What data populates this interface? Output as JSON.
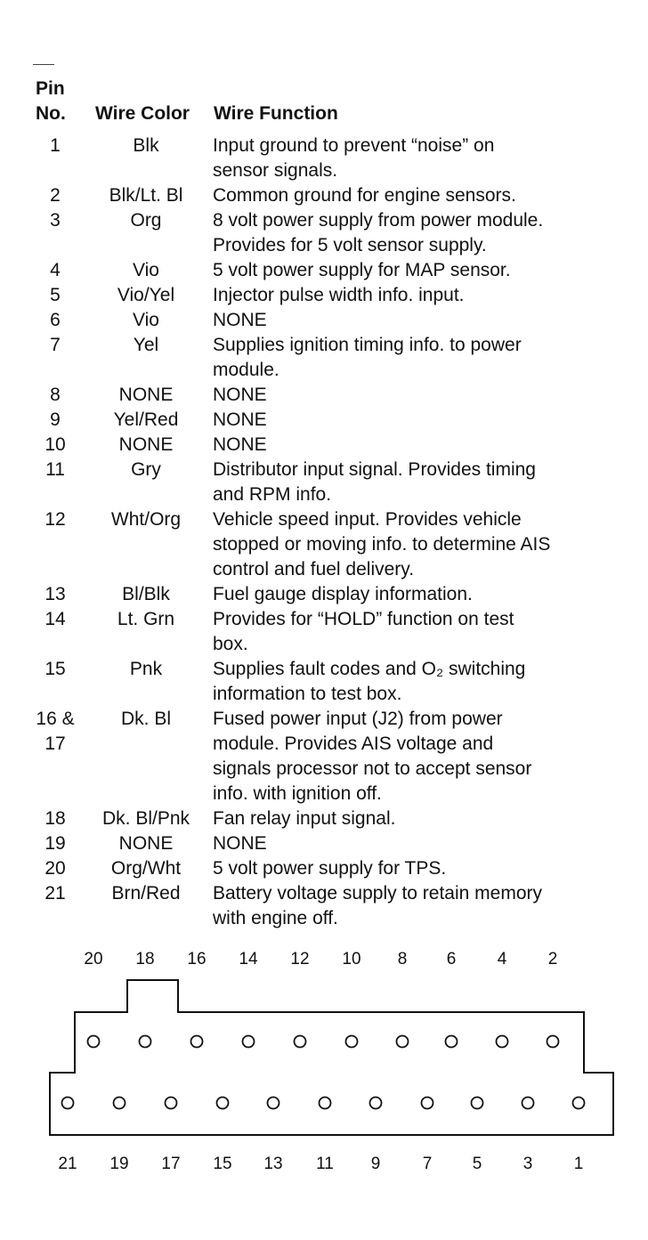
{
  "headers": {
    "pin_line1": "Pin",
    "pin_line2": "No.",
    "wire_color": "Wire Color",
    "wire_function": "Wire Function"
  },
  "rows": [
    {
      "pin": "1",
      "color": "Blk",
      "function": [
        "Input ground to prevent “noise” on",
        "sensor signals."
      ]
    },
    {
      "pin": "2",
      "color": "Blk/Lt. Bl",
      "function": [
        "Common ground for engine sensors."
      ]
    },
    {
      "pin": "3",
      "color": "Org",
      "function": [
        "8 volt power supply from power module.",
        "Provides for 5 volt sensor supply."
      ]
    },
    {
      "pin": "4",
      "color": "Vio",
      "function": [
        "5 volt power supply for MAP sensor."
      ]
    },
    {
      "pin": "5",
      "color": "Vio/Yel",
      "function": [
        "Injector pulse width info. input."
      ]
    },
    {
      "pin": "6",
      "color": "Vio",
      "function": [
        "NONE"
      ]
    },
    {
      "pin": "7",
      "color": "Yel",
      "function": [
        "Supplies ignition timing info. to power",
        "module."
      ]
    },
    {
      "pin": "8",
      "color": "NONE",
      "function": [
        "NONE"
      ]
    },
    {
      "pin": "9",
      "color": "Yel/Red",
      "function": [
        "NONE"
      ]
    },
    {
      "pin": "10",
      "color": "NONE",
      "function": [
        "NONE"
      ]
    },
    {
      "pin": "11",
      "color": "Gry",
      "function": [
        "Distributor input signal. Provides timing",
        "and RPM info."
      ]
    },
    {
      "pin": "12",
      "color": "Wht/Org",
      "function": [
        "Vehicle speed input. Provides vehicle",
        "stopped or moving info. to determine AIS",
        "control and fuel delivery."
      ]
    },
    {
      "pin": "13",
      "color": "Bl/Blk",
      "function": [
        "Fuel gauge display information."
      ]
    },
    {
      "pin": "14",
      "color": "Lt. Grn",
      "function": [
        "Provides for “HOLD” function on test",
        "box."
      ]
    },
    {
      "pin": "15",
      "color": "Pnk",
      "function": [
        "Supplies fault codes and O₂ switching",
        "information to test box."
      ]
    },
    {
      "pin": "16 &\n17",
      "color": "Dk. Bl",
      "function": [
        "Fused power input (J2) from power",
        "module. Provides AIS voltage and",
        "signals processor not to accept sensor",
        "info. with ignition off."
      ]
    },
    {
      "pin": "18",
      "color": "Dk. Bl/Pnk",
      "function": [
        "Fan relay input signal."
      ]
    },
    {
      "pin": "19",
      "color": "NONE",
      "function": [
        "NONE"
      ]
    },
    {
      "pin": "20",
      "color": "Org/Wht",
      "function": [
        "5 volt power supply for TPS."
      ]
    },
    {
      "pin": "21",
      "color": "Brn/Red",
      "function": [
        "Battery voltage supply to retain memory",
        "with engine off."
      ]
    }
  ],
  "connector": {
    "top_labels": [
      "20",
      "18",
      "16",
      "14",
      "12",
      "10",
      "8",
      "6",
      "4",
      "2"
    ],
    "bottom_labels": [
      "21",
      "19",
      "17",
      "15",
      "13",
      "11",
      "9",
      "7",
      "5",
      "3",
      "1"
    ]
  }
}
